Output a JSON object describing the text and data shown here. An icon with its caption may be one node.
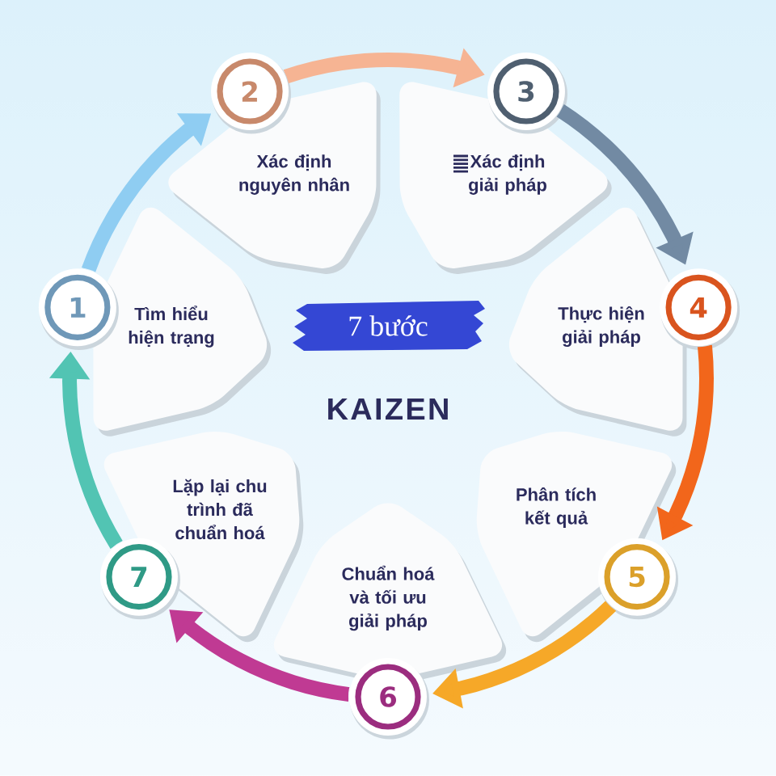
{
  "diagram": {
    "nodes": [
      {
        "text": [
          "Tìm hiểu hiện trạng"
        ]
      },
      {
        "text": [
          "Xác định nguyên nhân"
        ]
      },
      {
        "text": [
          "Xác định giải pháp"
        ]
      },
      {
        "text": [
          "Thực hiện giải pháp"
        ]
      },
      {
        "text": [
          "Phân tích kết quả"
        ]
      },
      {
        "text": [
          "Chuẩn hoá và tối ưu giải pháp"
        ]
      },
      {
        "text": [
          "Lặp lại chu trình đã chuẩn hoá"
        ]
      },
      {
        "text": [
          "1"
        ]
      },
      {
        "text": [
          "2"
        ]
      },
      {
        "text": [
          "3"
        ]
      },
      {
        "text": [
          "4"
        ]
      },
      {
        "text": [
          "5"
        ]
      },
      {
        "text": [
          "6"
        ]
      },
      {
        "text": [
          "7"
        ]
      },
      {
        "text": [
          "7 bước"
        ]
      }
    ],
    "edges": [
      {
        "from": 7,
        "to": 8,
        "arrow": "to",
        "color": "#8fcdf2"
      },
      {
        "from": 8,
        "to": 9,
        "arrow": "to",
        "color": "#f6b493"
      },
      {
        "from": 9,
        "to": 10,
        "arrow": "to",
        "color": "#728aa3"
      },
      {
        "from": 10,
        "to": 11,
        "arrow": "to",
        "color": "#f2661b"
      },
      {
        "from": 11,
        "to": 12,
        "arrow": "to",
        "color": "#f6a828"
      },
      {
        "from": 12,
        "to": 13,
        "arrow": "to",
        "color": "#c03a93"
      },
      {
        "from": 13,
        "to": 7,
        "arrow": "to",
        "color": "#52c4b3"
      }
    ],
    "labels": [
      "KAIZEN"
    ]
  }
}
